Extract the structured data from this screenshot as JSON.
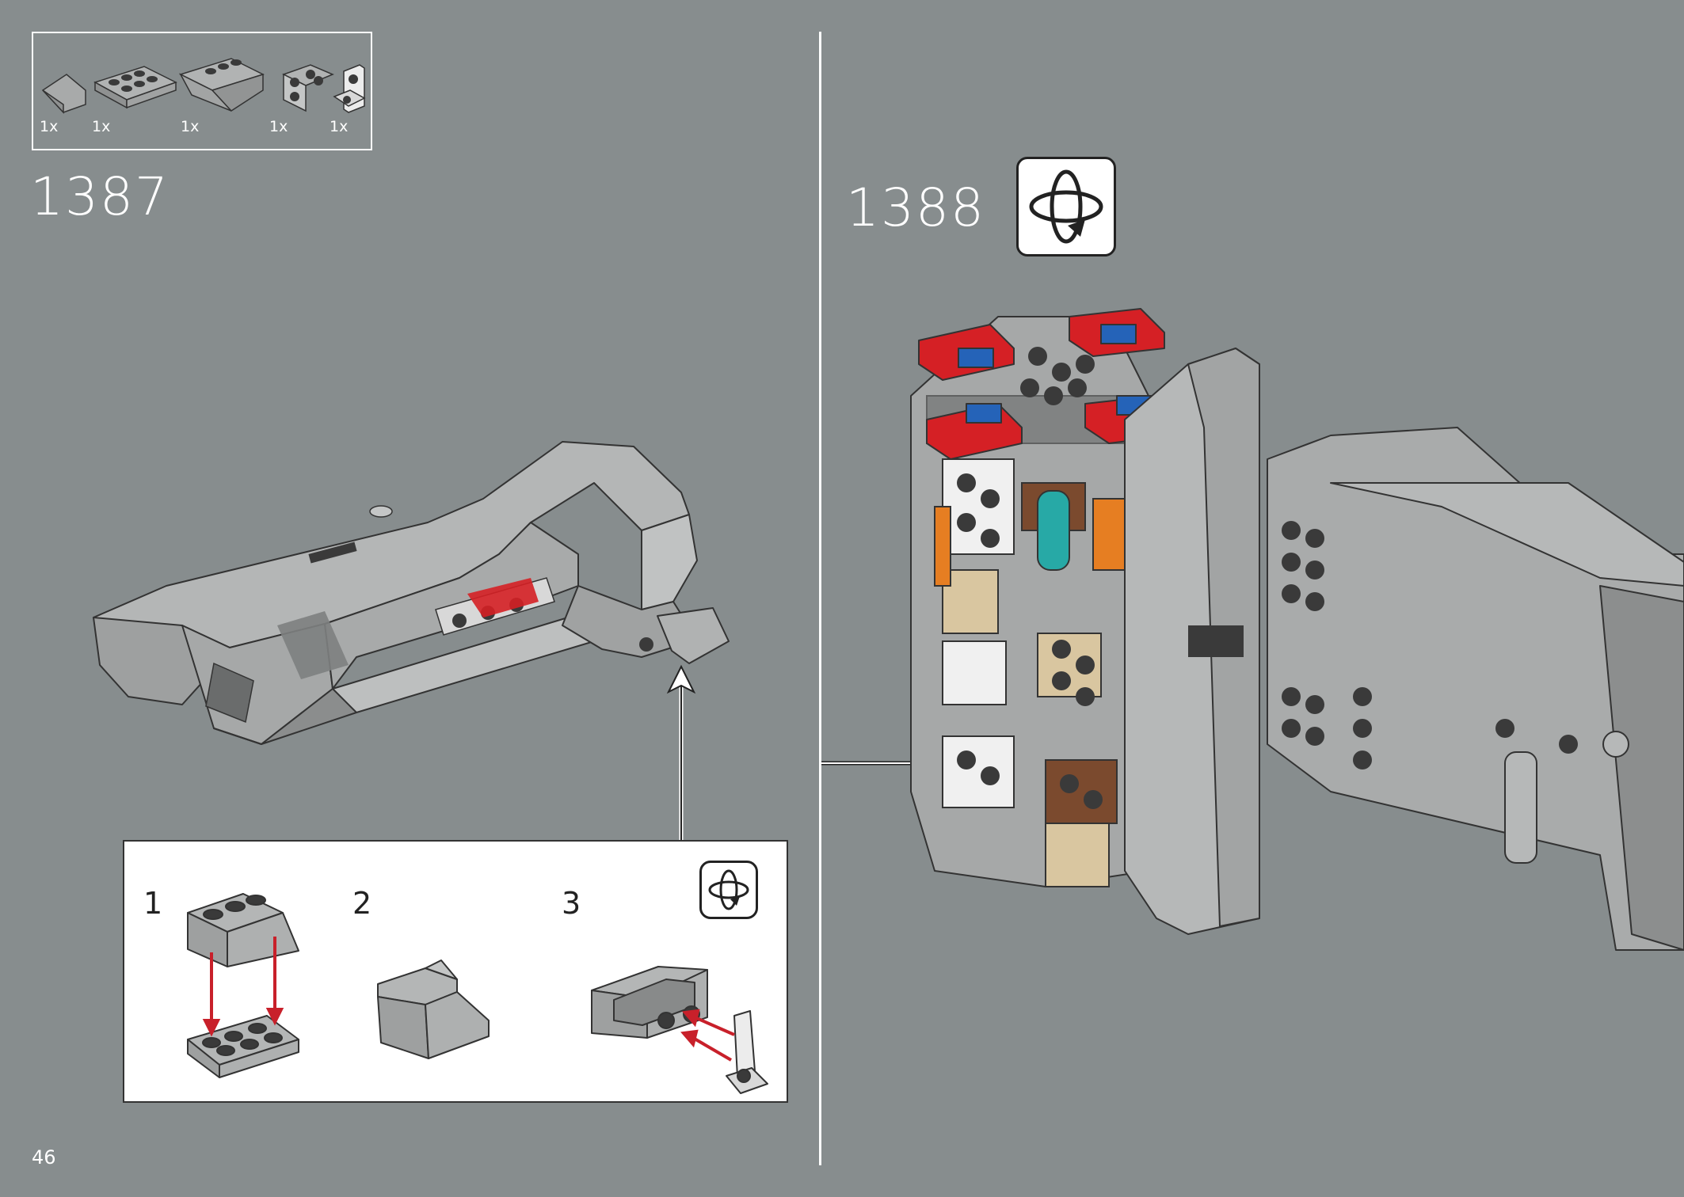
{
  "parts_list": {
    "quantities": [
      "1x",
      "1x",
      "1x",
      "1x",
      "1x"
    ]
  },
  "steps": [
    {
      "number": "1387"
    },
    {
      "number": "1388"
    }
  ],
  "substeps": [
    "1",
    "2",
    "3"
  ],
  "page": {
    "number": "46"
  },
  "colors": {
    "background": "#878d8e",
    "panel": "#ffffff",
    "arrow_red": "#c8202a",
    "brick_gray": "#a4a6a6",
    "brick_gray_dark": "#7f8282"
  },
  "icons": {
    "rotate": "rotate-model-icon",
    "callout_arrow": "callout-arrow-icon"
  }
}
